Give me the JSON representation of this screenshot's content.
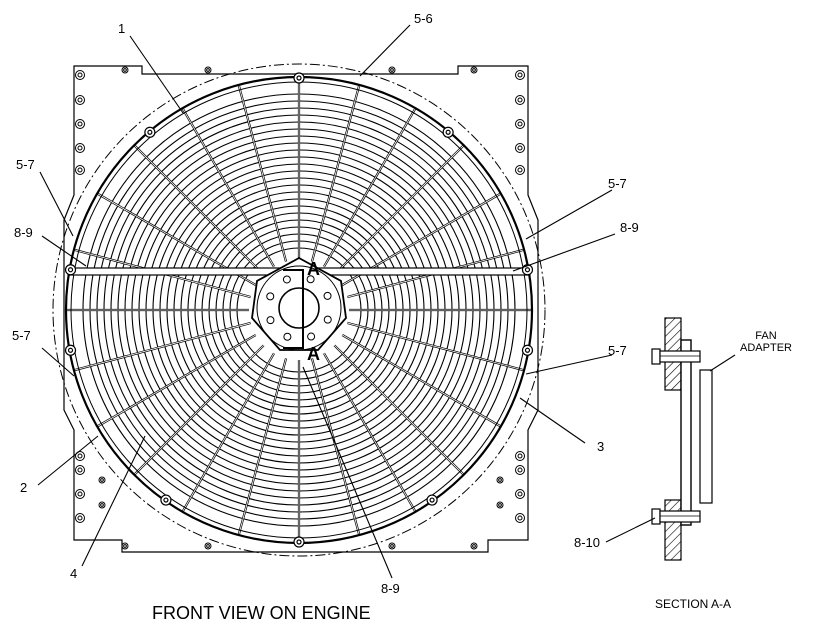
{
  "captions": {
    "front_view": "FRONT VIEW ON ENGINE",
    "section": "SECTION A-A"
  },
  "section_marks": {
    "upper": "A",
    "lower": "A"
  },
  "fan_adapter": {
    "line1": "FAN",
    "line2": "ADAPTER"
  },
  "callouts": {
    "c1": "1",
    "c5_6": "5-6",
    "c5_7_upper_left": "5-7",
    "c8_9_left": "8-9",
    "c5_7_lower_left": "5-7",
    "c2": "2",
    "c4": "4",
    "c5_7_upper_right": "5-7",
    "c8_9_right": "8-9",
    "c5_7_lower_right": "5-7",
    "c3": "3",
    "c8_9_bottom": "8-9",
    "c8_10": "8-10"
  }
}
